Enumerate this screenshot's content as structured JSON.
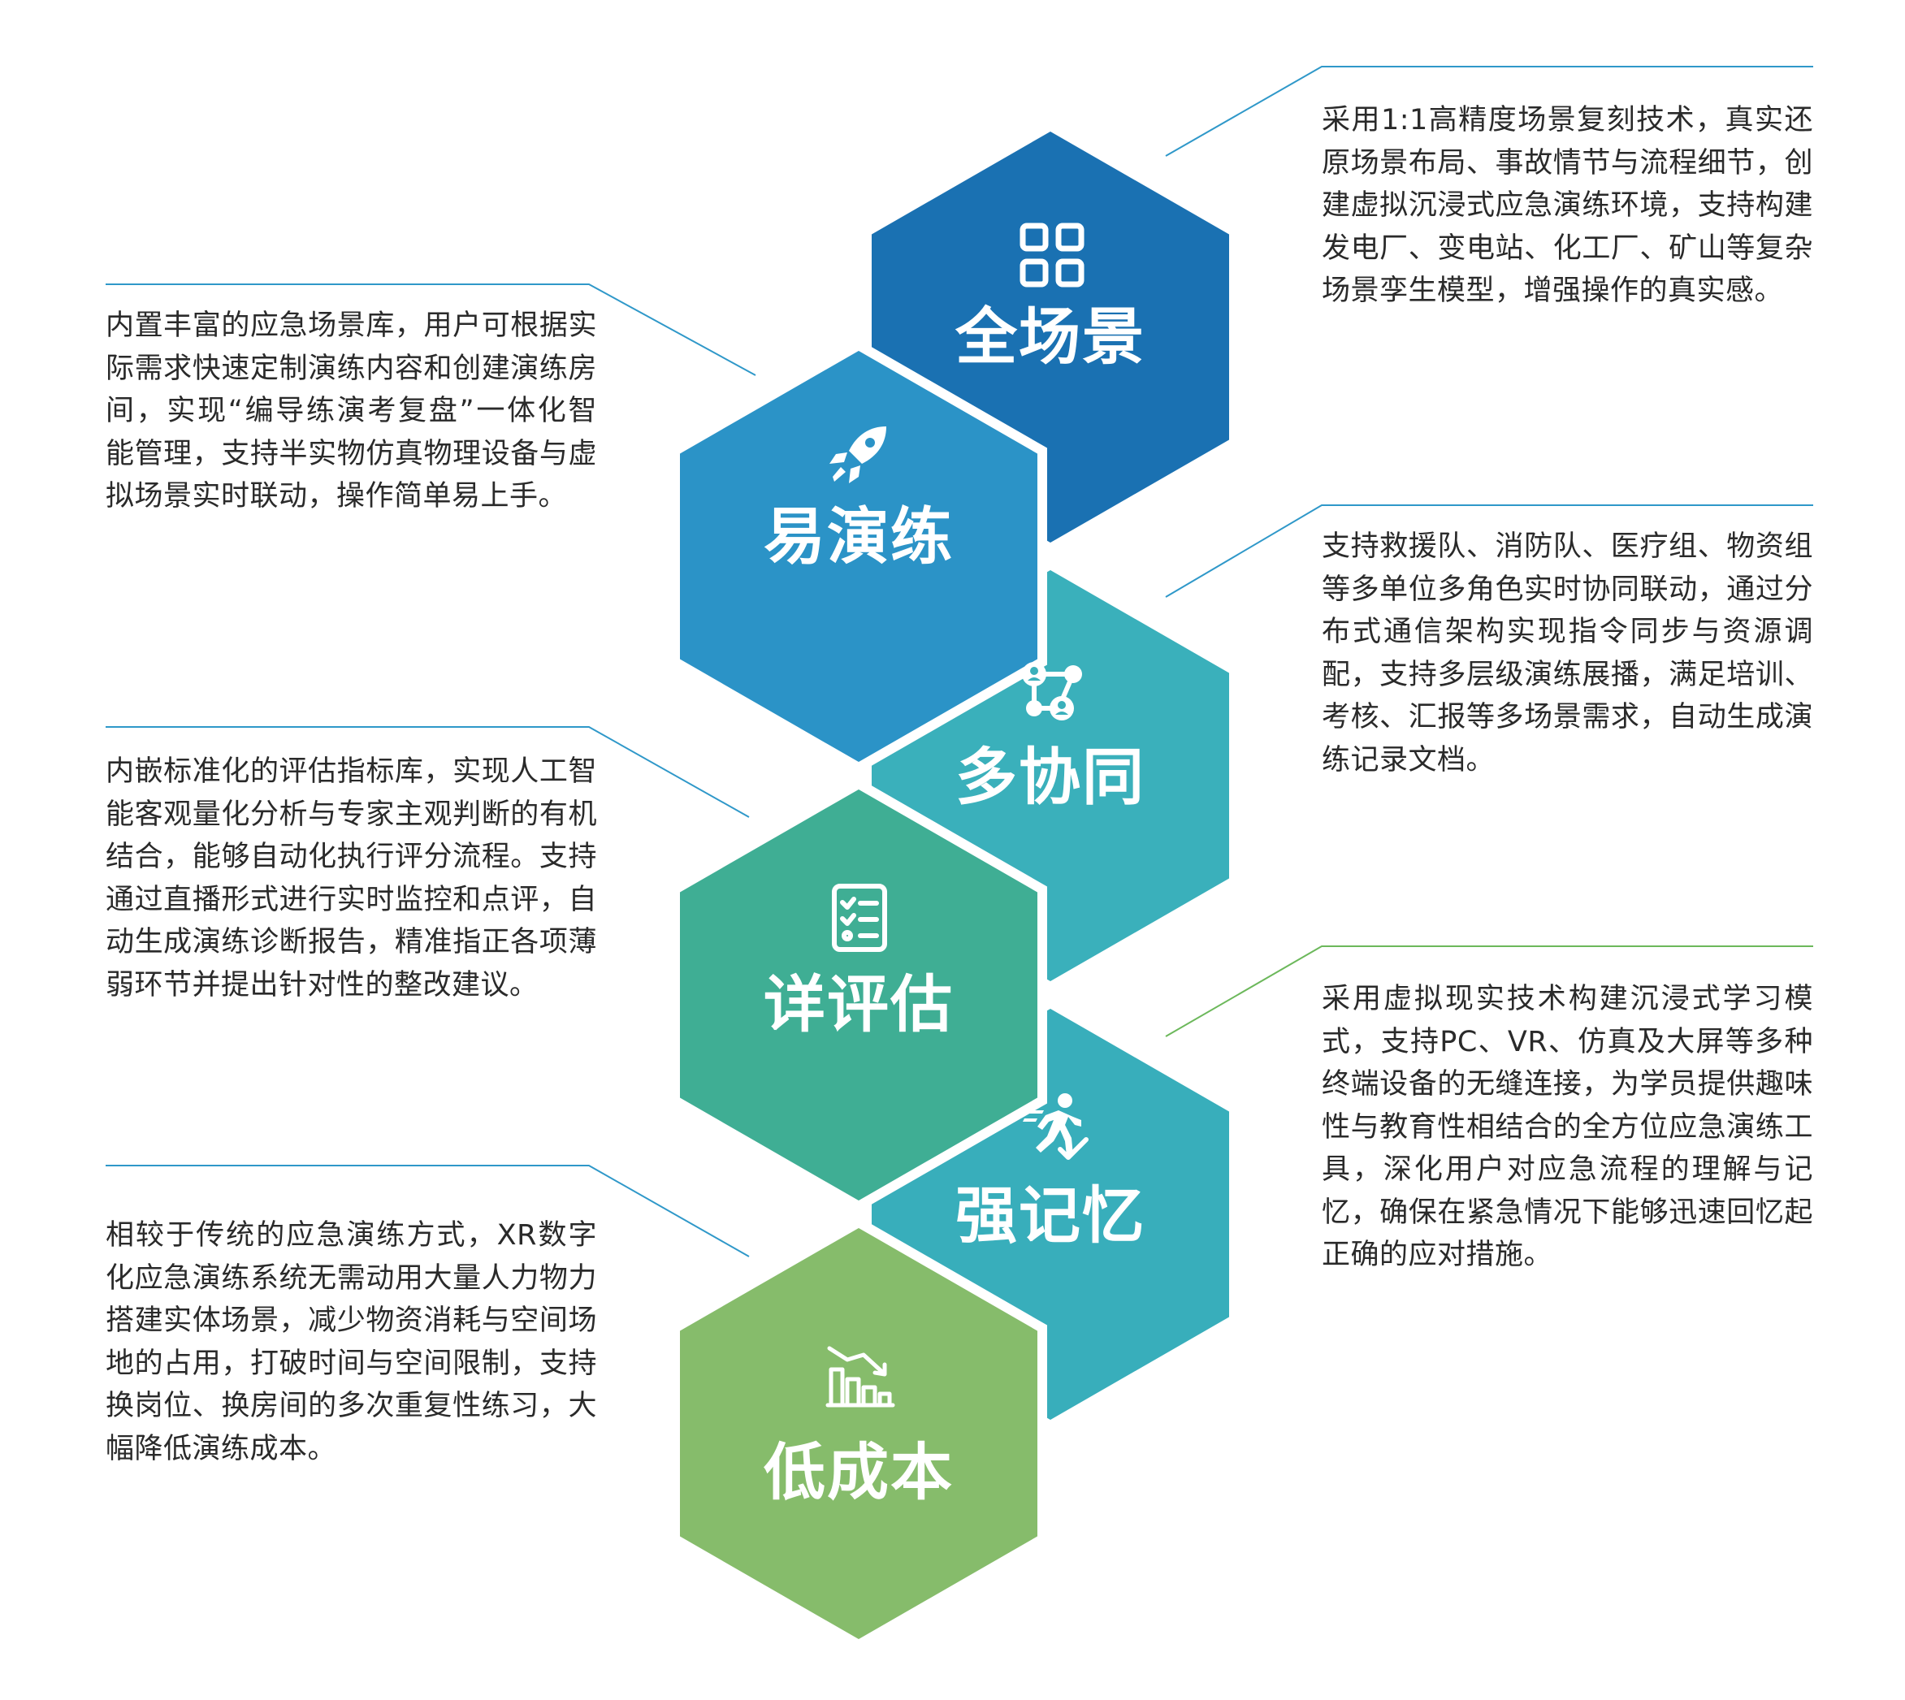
{
  "colors": {
    "full_scene": "#1a71b2",
    "easy_drill": "#2b93c7",
    "multi_collab": "#3ab0bb",
    "detailed_eval": "#3fae94",
    "strong_memory": "#38aebb",
    "low_cost": "#86bc6b",
    "connector_blue": "#2f98c9",
    "connector_green": "#6cb85b"
  },
  "features": [
    {
      "id": "full_scene",
      "title": "全场景",
      "icon": "grid-icon",
      "desc": "采用1:1高精度场景复刻技术，真实还原场景布局、事故情节与流程细节，创建虚拟沉浸式应急演练环境，支持构建发电厂、变电站、化工厂、矿山等复杂场景孪生模型，增强操作的真实感。"
    },
    {
      "id": "easy_drill",
      "title": "易演练",
      "icon": "rocket-icon",
      "desc": "内置丰富的应急场景库，用户可根据实际需求快速定制演练内容和创建演练房间，实现“编导练演考复盘”一体化智能管理，支持半实物仿真物理设备与虚拟场景实时联动，操作简单易上手。"
    },
    {
      "id": "multi_collab",
      "title": "多协同",
      "icon": "collaboration-network-icon",
      "desc": "支持救援队、消防队、医疗组、物资组等多单位多角色实时协同联动，通过分布式通信架构实现指令同步与资源调配，支持多层级演练展播，满足培训、考核、汇报等多场景需求，自动生成演练记录文档。"
    },
    {
      "id": "detailed_eval",
      "title": "详评估",
      "icon": "checklist-icon",
      "desc": "内嵌标准化的评估指标库，实现人工智能客观量化分析与专家主观判断的有机结合，能够自动化执行评分流程。支持通过直播形式进行实时监控和点评，自动生成演练诊断报告，精准指正各项薄弱环节并提出针对性的整改建议。"
    },
    {
      "id": "strong_memory",
      "title": "强记忆",
      "icon": "running-person-check-icon",
      "desc": "采用虚拟现实技术构建沉浸式学习模式，支持PC、VR、仿真及大屏等多种终端设备的无缝连接，为学员提供趣味性与教育性相结合的全方位应急演练工具，深化用户对应急流程的理解与记忆，确保在紧急情况下能够迅速回忆起正确的应对措施。"
    },
    {
      "id": "low_cost",
      "title": "低成本",
      "icon": "declining-chart-icon",
      "desc": "相较于传统的应急演练方式，XR数字化应急演练系统无需动用大量人力物力搭建实体场景，减少物资消耗与空间场地的占用，打破时间与空间限制，支持换岗位、换房间的多次重复性练习，大幅降低演练成本。"
    }
  ]
}
